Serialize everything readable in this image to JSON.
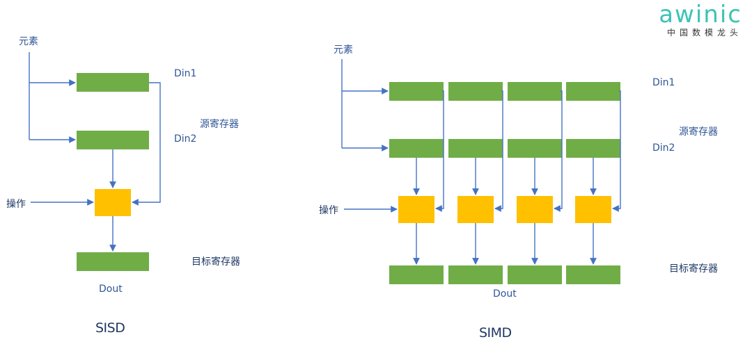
{
  "logo": {
    "name": "awinic",
    "tagline": "中国数模龙头",
    "color": "#3cc3b6"
  },
  "colors": {
    "register": "#70ad47",
    "alu": "#ffc000",
    "arrow": "#4472c4",
    "label": "#2f5597"
  },
  "sisd": {
    "element_label": "元素",
    "din1_label": "Din1",
    "din2_label": "Din2",
    "source_label": "源寄存器",
    "op_label": "操作",
    "target_label": "目标寄存器",
    "dout_label": "Dout",
    "caption": "SISD"
  },
  "simd": {
    "element_label": "元素",
    "din1_label": "Din1",
    "din2_label": "Din2",
    "source_label": "源寄存器",
    "op_label": "操作",
    "target_label": "目标寄存器",
    "dout_label": "Dout",
    "caption": "SIMD",
    "lanes": 4
  }
}
